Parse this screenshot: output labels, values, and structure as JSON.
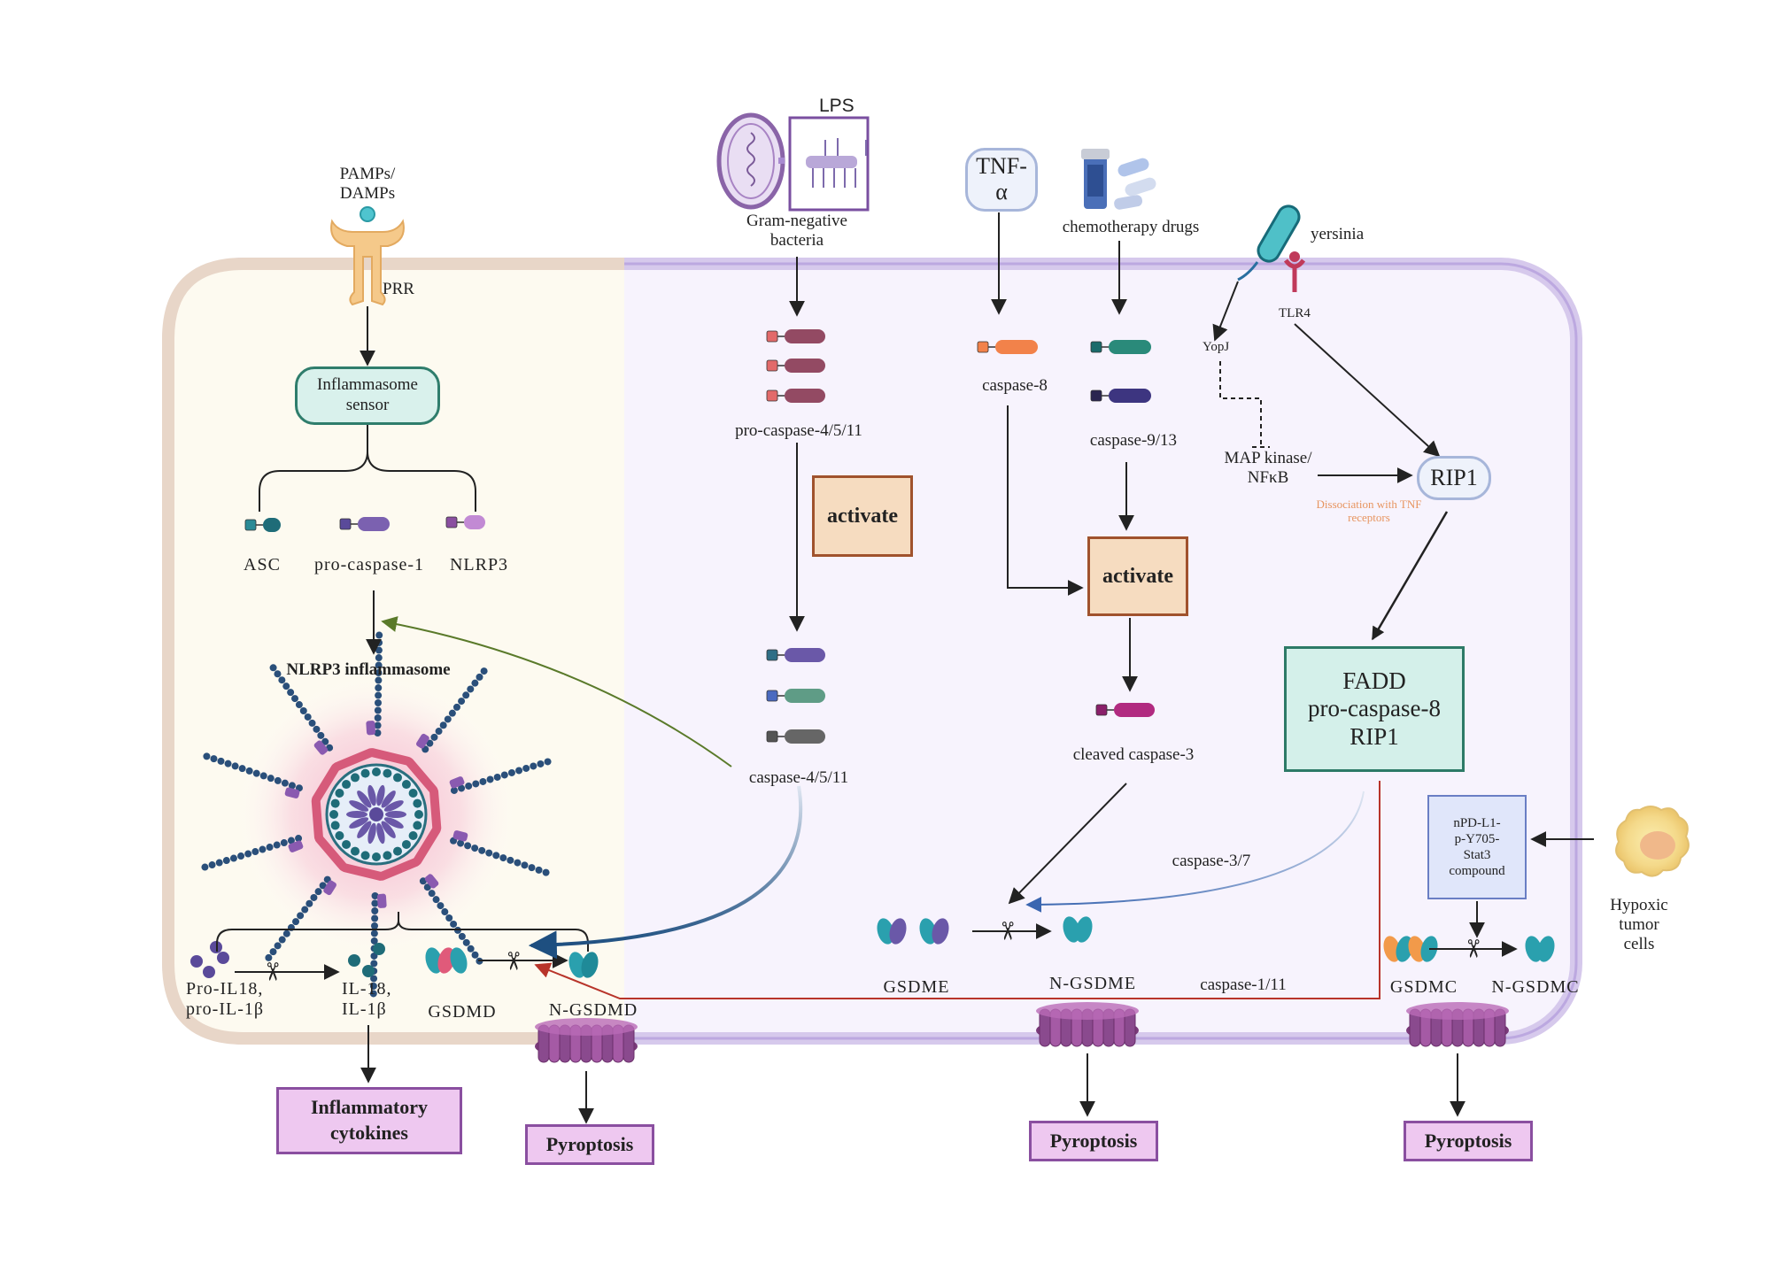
{
  "stimuli": {
    "pamps": "PAMPs/\nDAMPs",
    "prr": "PRR",
    "lps": "LPS",
    "gram_negative": "Gram-negative\nbacteria",
    "tnf": "TNF-\nα",
    "chemo": "chemotherapy drugs",
    "yersinia": "yersinia",
    "tlr4": "TLR4",
    "yopj": "YopJ",
    "hypoxic": "Hypoxic\ntumor\ncells"
  },
  "canonical": {
    "sensor": "Inflammasome\nsensor",
    "asc": "ASC",
    "pro_caspase1": "pro-caspase-1",
    "nlrp3": "NLRP3",
    "inflammasome": "NLRP3 inflammasome",
    "pro_il": "Pro-IL18,\npro-IL-1β",
    "il": "IL-18,\nIL-1β",
    "gsdmd": "GSDMD",
    "n_gsdmd": "N-GSDMD",
    "cytokines": "Inflammatory\ncytokines",
    "pyroptosis": "Pyroptosis"
  },
  "noncanonical": {
    "pro_caspase": "pro-caspase-4/5/11",
    "activate": "activate",
    "caspase": "caspase-4/5/11"
  },
  "caspase3_path": {
    "caspase8": "caspase-8",
    "caspase9": "caspase-9/13",
    "activate": "activate",
    "cleaved": "cleaved caspase-3",
    "caspase37": "caspase-3/7",
    "gsdme": "GSDME",
    "n_gsdme": "N-GSDME",
    "caspase111": "caspase-1/11",
    "pyroptosis": "Pyroptosis"
  },
  "rip_path": {
    "mapk": "MAP kinase/\nNFκB",
    "rip1": "RIP1",
    "dissociation": "Dissociation with TNF\nreceptors",
    "fadd": "FADD\npro-caspase-8\nRIP1",
    "npd": "nPD-L1-\np-Y705-\nStat3\ncompound",
    "gsdmc": "GSDMC",
    "n_gsdmc": "N-GSDMC",
    "pyroptosis": "Pyroptosis"
  },
  "colors": {
    "cell_border": "#c9b8e6",
    "left_region": "#fdfaf0",
    "right_region": "#f7f3fd",
    "green_arrow": "#5a7a2a",
    "blue_arrow": "#2a5a8a",
    "red_line": "#b8342a"
  }
}
